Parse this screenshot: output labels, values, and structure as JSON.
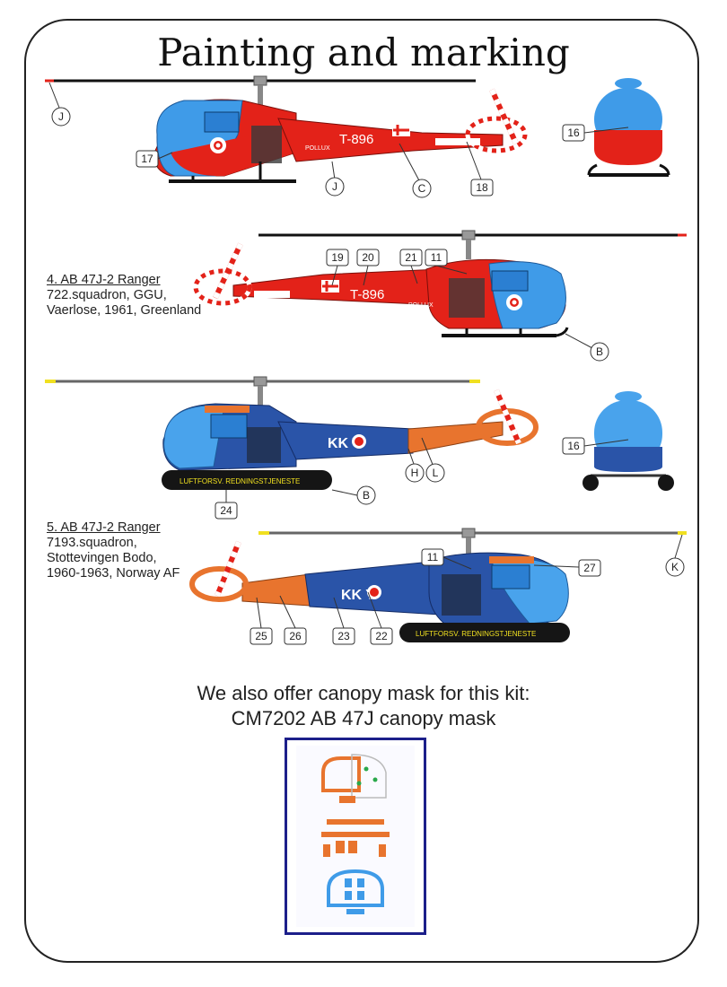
{
  "page": {
    "title": "Painting and marking",
    "offer_line1": "We also offer canopy mask for this kit:",
    "offer_line2": "CM7202 AB 47J canopy mask"
  },
  "schemes": [
    {
      "number_name": "4. AB 47J-2 Ranger",
      "lines": [
        "722.squadron, GGU,",
        "Vaerlose, 1961, Greenland"
      ],
      "serial": "T-896",
      "side_text": "POLLUX",
      "colors": {
        "body": "#e32219",
        "canopy": "#3f9be8",
        "skid": "#111111"
      }
    },
    {
      "number_name": "5. AB 47J-2 Ranger",
      "lines": [
        "7193.squadron,",
        "Stottevingen Bodo,",
        "1960-1963, Norway AF"
      ],
      "serial": "KK  Y",
      "float_text": "LUFTFORSV. REDNINGSTJENESTE",
      "colors": {
        "body": "#2a54a8",
        "canopy": "#49a3ec",
        "tail": "#e8742e",
        "float": "#151515"
      }
    }
  ],
  "callouts": {
    "j1": "J",
    "c17": "17",
    "j2": "J",
    "c": "C",
    "c18": "18",
    "c16a": "16",
    "c19": "19",
    "c20": "20",
    "c21": "21",
    "c11a": "11",
    "b1": "B",
    "c16b": "16",
    "h": "H",
    "l": "L",
    "b2": "B",
    "c24": "24",
    "c11b": "11",
    "c27": "27",
    "k": "K",
    "c25": "25",
    "c26": "26",
    "c23": "23",
    "c22": "22"
  }
}
